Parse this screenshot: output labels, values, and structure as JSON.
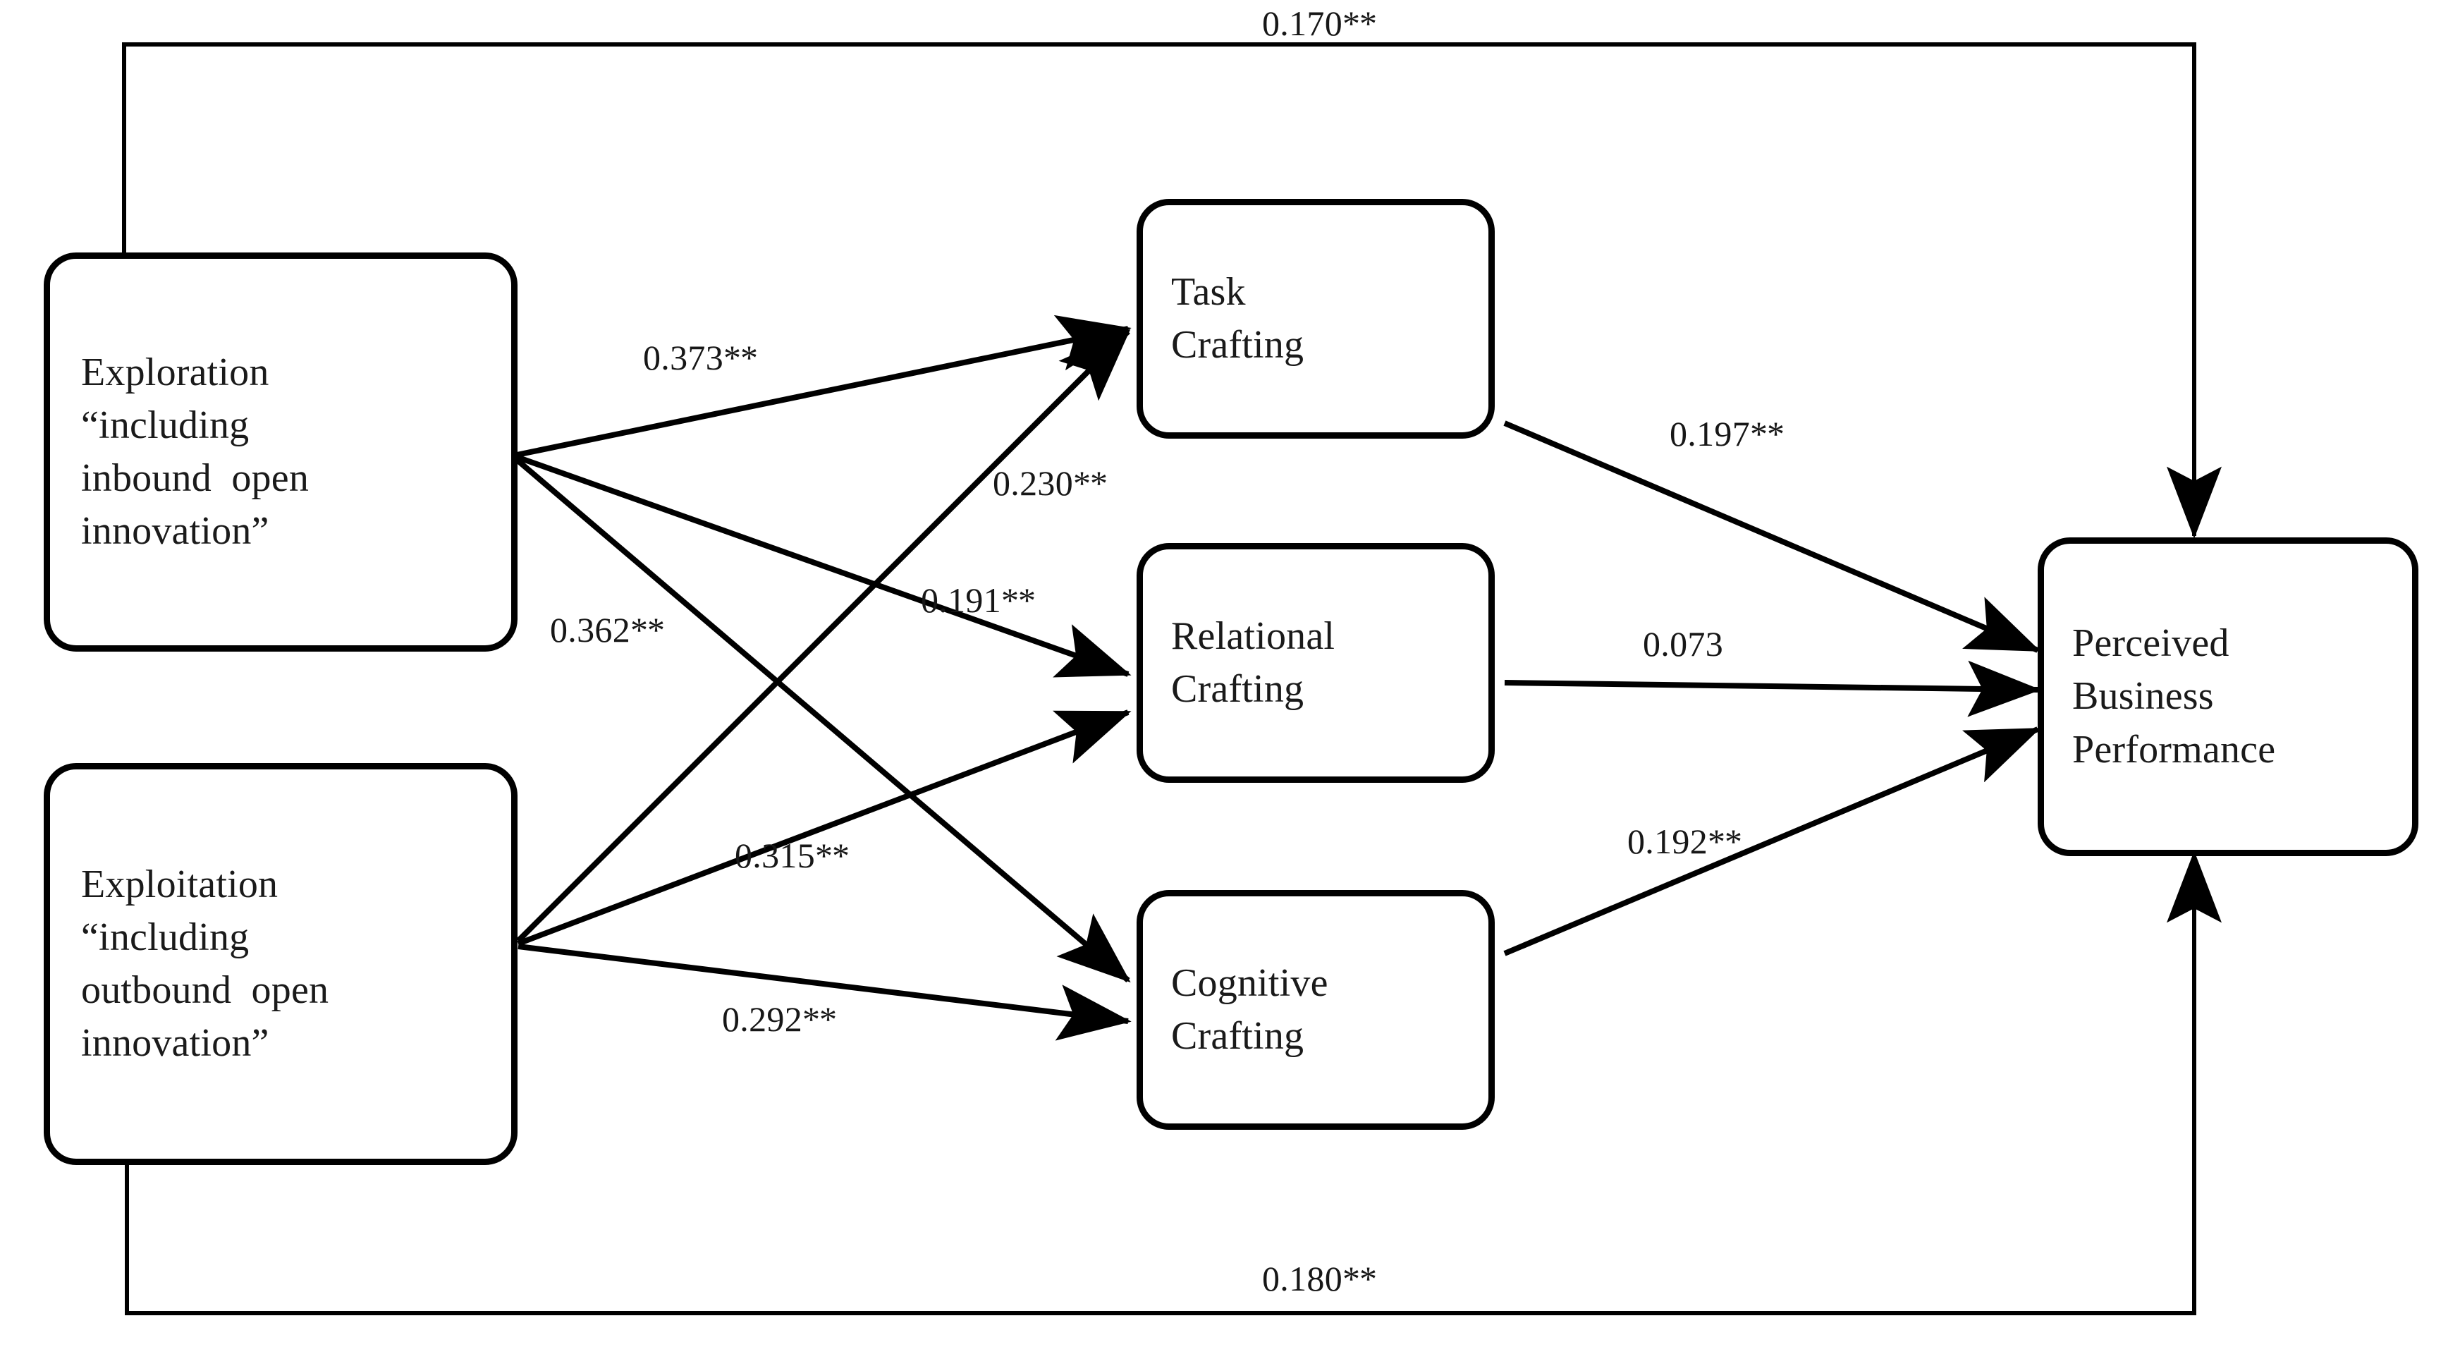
{
  "diagram": {
    "type": "structural-equation-path-model",
    "background": "#ffffff",
    "stroke_color": "#000000",
    "nodes": [
      {
        "id": "exploration",
        "lines": [
          "Exploration",
          "“including",
          "inbound  open",
          "innovation”"
        ],
        "role": "predictor"
      },
      {
        "id": "exploitation",
        "lines": [
          "Exploitation",
          "“including",
          "outbound  open",
          "innovation”"
        ],
        "role": "predictor"
      },
      {
        "id": "task_crafting",
        "lines": [
          "Task",
          "Crafting"
        ],
        "role": "mediator"
      },
      {
        "id": "relational_crafting",
        "lines": [
          "Relational",
          "Crafting"
        ],
        "role": "mediator"
      },
      {
        "id": "cognitive_crafting",
        "lines": [
          "Cognitive",
          "Crafting"
        ],
        "role": "mediator"
      },
      {
        "id": "perceived_business_performance",
        "lines": [
          "Perceived",
          "Business",
          "Performance"
        ],
        "role": "outcome"
      }
    ],
    "paths": [
      {
        "id": "p1",
        "from": "exploration",
        "to": "task_crafting",
        "coefficient": "0.373",
        "stars": "**"
      },
      {
        "id": "p2",
        "from": "exploration",
        "to": "relational_crafting",
        "coefficient": "0.191",
        "stars": "**"
      },
      {
        "id": "p3",
        "from": "exploration",
        "to": "cognitive_crafting",
        "coefficient": "0.362",
        "stars": "**"
      },
      {
        "id": "p4",
        "from": "exploitation",
        "to": "task_crafting",
        "coefficient": "0.230",
        "stars": "**"
      },
      {
        "id": "p5",
        "from": "exploitation",
        "to": "relational_crafting",
        "coefficient": "0.315",
        "stars": "**"
      },
      {
        "id": "p6",
        "from": "exploitation",
        "to": "cognitive_crafting",
        "coefficient": "0.292",
        "stars": "**"
      },
      {
        "id": "p7",
        "from": "task_crafting",
        "to": "perceived_business_performance",
        "coefficient": "0.197",
        "stars": "**"
      },
      {
        "id": "p8",
        "from": "relational_crafting",
        "to": "perceived_business_performance",
        "coefficient": "0.073",
        "stars": ""
      },
      {
        "id": "p9",
        "from": "cognitive_crafting",
        "to": "perceived_business_performance",
        "coefficient": "0.192",
        "stars": "**"
      },
      {
        "id": "p10",
        "from": "exploration",
        "to": "perceived_business_performance",
        "coefficient": "0.170",
        "stars": "**"
      },
      {
        "id": "p11",
        "from": "exploitation",
        "to": "perceived_business_performance",
        "coefficient": "0.180",
        "stars": "**"
      }
    ]
  }
}
